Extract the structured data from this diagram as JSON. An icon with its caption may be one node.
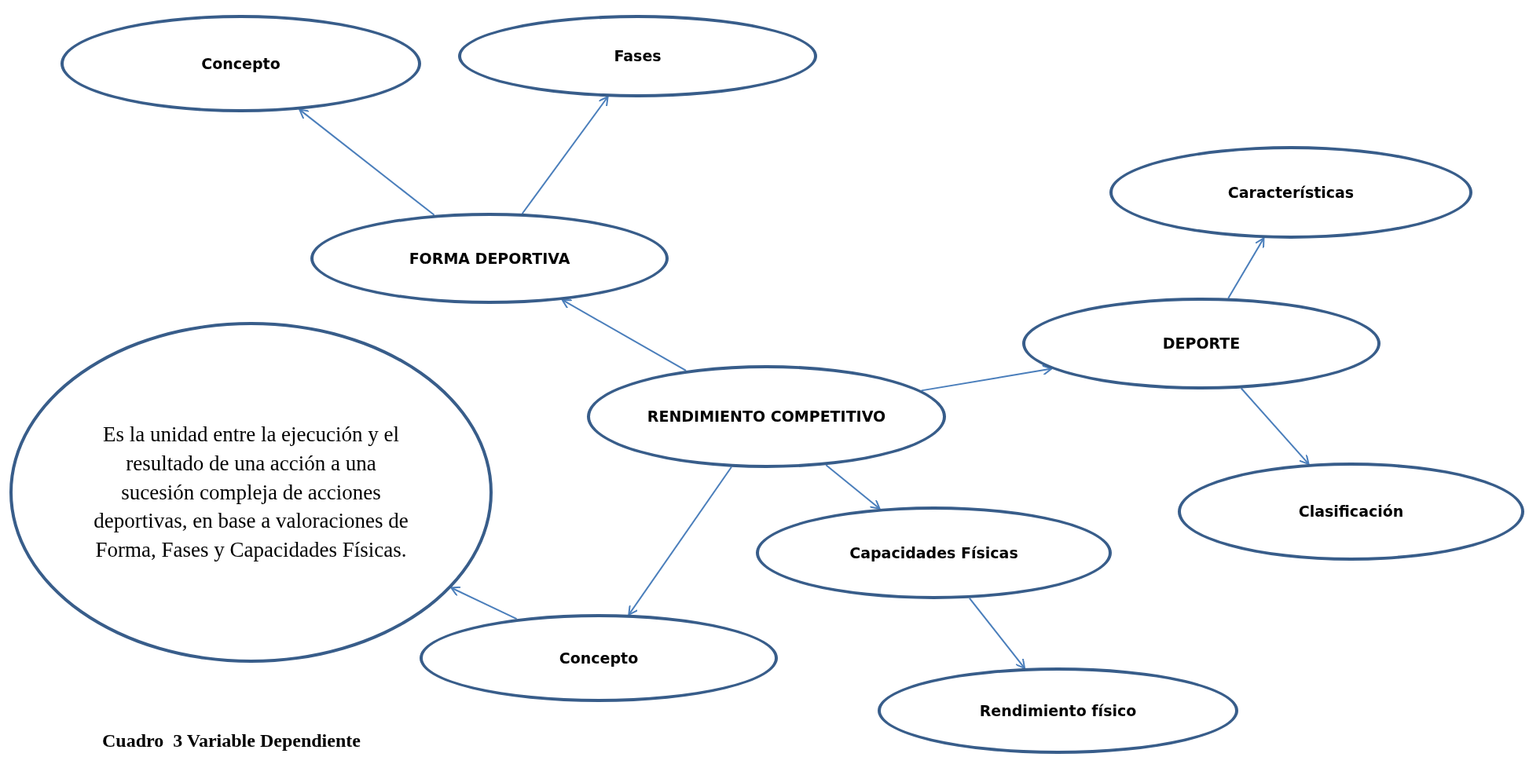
{
  "diagram": {
    "caption": "Cuadro  3 Variable Dependiente",
    "nodes": [
      {
        "text": [
          "Concepto"
        ]
      },
      {
        "text": [
          "Fases"
        ]
      },
      {
        "text": [
          "FORMA DEPORTIVA"
        ]
      },
      {
        "text": [
          "Características"
        ]
      },
      {
        "text": [
          "DEPORTE"
        ]
      },
      {
        "text": [
          "Es la unidad entre la ejecución y el resultado de una acción a una sucesión compleja de acciones deportivas, en base a valoraciones de Forma, Fases y Capacidades Físicas."
        ]
      },
      {
        "text": [
          "RENDIMIENTO COMPETITIVO"
        ]
      },
      {
        "text": [
          "Clasificación"
        ]
      },
      {
        "text": [
          "Capacidades Físicas"
        ]
      },
      {
        "text": [
          "Concepto"
        ]
      },
      {
        "text": [
          "Rendimiento físico"
        ]
      }
    ],
    "edges": [
      {
        "from": 6,
        "to": 2,
        "arrow": "to"
      },
      {
        "from": 2,
        "to": 0,
        "arrow": "to"
      },
      {
        "from": 2,
        "to": 1,
        "arrow": "to"
      },
      {
        "from": 6,
        "to": 4,
        "arrow": "to"
      },
      {
        "from": 4,
        "to": 3,
        "arrow": "to"
      },
      {
        "from": 4,
        "to": 7,
        "arrow": "to"
      },
      {
        "from": 6,
        "to": 8,
        "arrow": "to"
      },
      {
        "from": 8,
        "to": 10,
        "arrow": "to"
      },
      {
        "from": 6,
        "to": 9,
        "arrow": "to"
      },
      {
        "from": 9,
        "to": 5,
        "arrow": "to"
      }
    ]
  }
}
